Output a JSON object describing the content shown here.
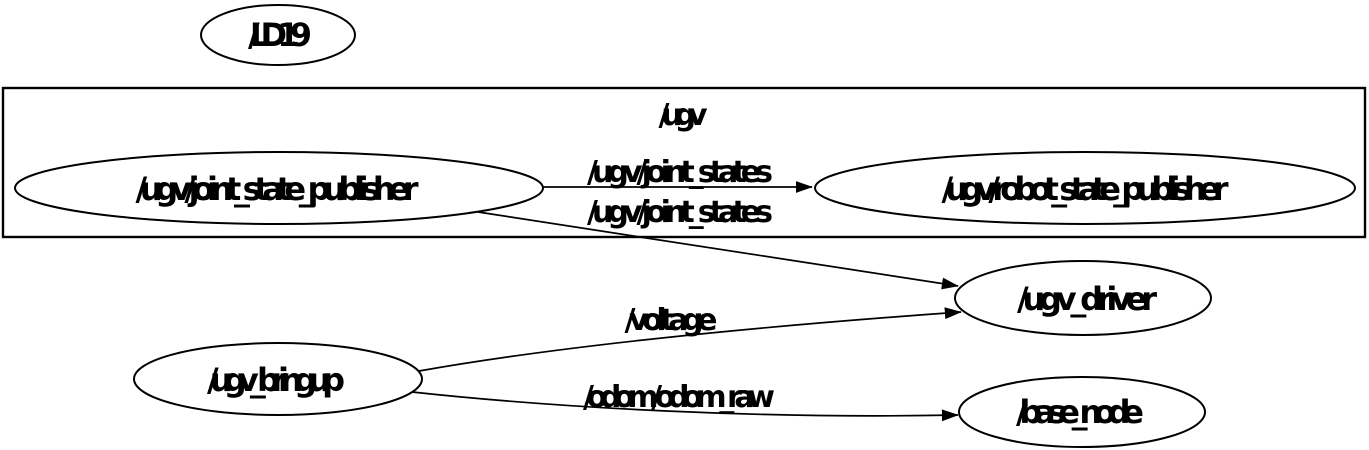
{
  "graph": {
    "type": "ros-node-graph",
    "colors": {
      "background": "#ffffff",
      "stroke": "#000000",
      "text": "#000000"
    },
    "cluster": {
      "label": "/ugv"
    },
    "nodes": {
      "ld19": {
        "label": "/LD19"
      },
      "joint_state_publisher": {
        "label": "/ugv/joint_state_publisher"
      },
      "robot_state_publisher": {
        "label": "/ugv/robot_state_publisher"
      },
      "ugv_driver": {
        "label": "/ugv_driver"
      },
      "ugv_bringup": {
        "label": "/ugv_bringup"
      },
      "base_node": {
        "label": "/base_node"
      }
    },
    "edges": {
      "joint_states_to_rsp": {
        "label": "/ugv/joint_states",
        "from": "/ugv/joint_state_publisher",
        "to": "/ugv/robot_state_publisher"
      },
      "joint_states_to_driver": {
        "label": "/ugv/joint_states",
        "from": "/ugv/joint_state_publisher",
        "to": "/ugv_driver"
      },
      "voltage": {
        "label": "/voltage",
        "from": "/ugv_bringup",
        "to": "/ugv_driver"
      },
      "odom_raw": {
        "label": "/odom/odom_raw",
        "from": "/ugv_bringup",
        "to": "/base_node"
      }
    }
  }
}
